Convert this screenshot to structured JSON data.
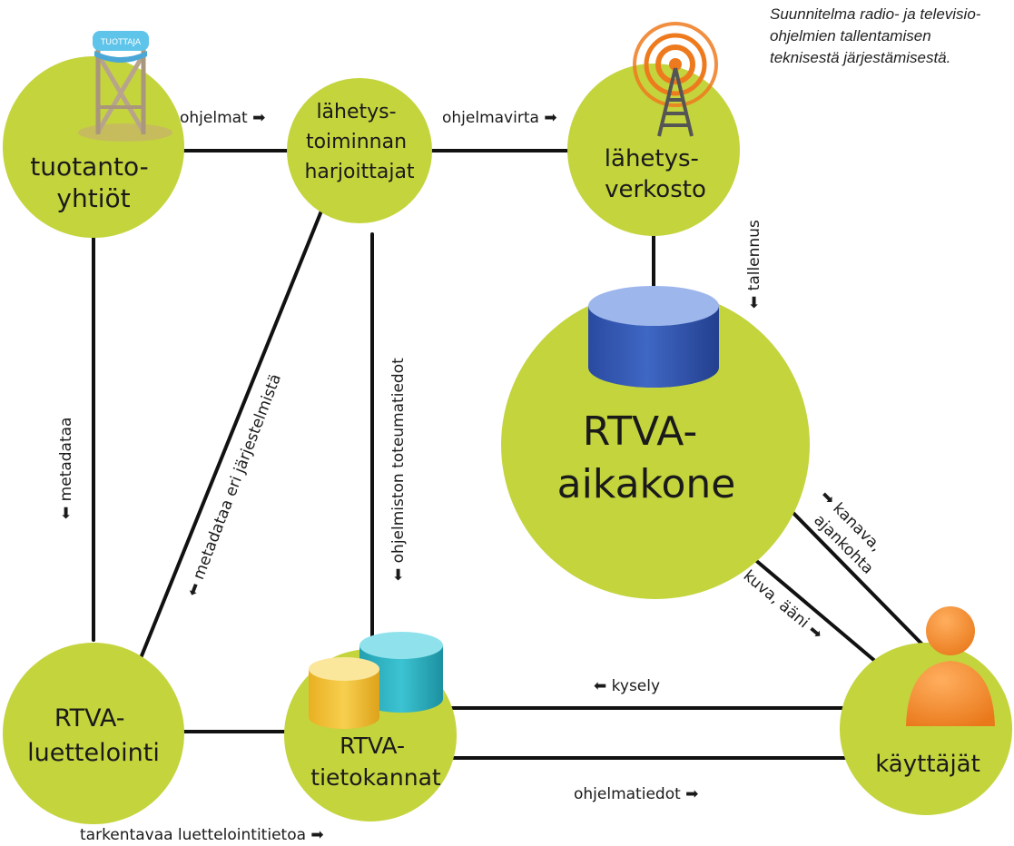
{
  "title_note": [
    "Suunnitelma radio- ja televisio-",
    "ohjelmien tallentamisen",
    "teknisestä järjestämisestä."
  ],
  "colors": {
    "node": "#c4d43d",
    "line": "#111111",
    "cylinder_blue": "#3558b0",
    "cylinder_yellow": "#f2c23c",
    "cylinder_teal": "#2fb2c2",
    "user_orange": "#f08a2a",
    "tower_orange": "#ee7a1e"
  },
  "nodes": {
    "production": [
      "tuotanto-",
      "yhtiöt"
    ],
    "broadcasters": [
      "lähetys-",
      "toiminnan",
      "harjoittajat"
    ],
    "network": [
      "lähetys-",
      "verkosto"
    ],
    "timemachine": [
      "RTVA-",
      "aikakone"
    ],
    "cataloguing": [
      "RTVA-",
      "luettelointi"
    ],
    "databases": [
      "RTVA-",
      "tietokannat"
    ],
    "users": [
      "käyttäjät"
    ]
  },
  "labels": {
    "ohjelmat": "ohjelmat ➡",
    "ohjelmavirta": "ohjelmavirta ➡",
    "tallennus": "⬅ tallennus",
    "metadataa": "⬅ metadataa",
    "metadataa_eri": "⬅ metadataa eri järjestelmistä",
    "toteumatiedot": "⬅ ohjelmiston toteumatiedot",
    "kanava_1": "➡ kanava,",
    "kanava_2": "ajankohta",
    "kuva_aani": "kuva, ääni ➡",
    "kysely": "⬅   kysely",
    "ohjelmatiedot": "ohjelmatiedot ➡",
    "tarkentavaa": "tarkentavaa luettelointitietoa ➡"
  },
  "icons": {
    "chair": "directors-chair-icon",
    "chair_text": "TUOTTAJA",
    "tower": "broadcast-tower-icon",
    "big_db": "database-cylinder-icon",
    "db_pair": "database-pair-icon",
    "user": "user-person-icon"
  }
}
